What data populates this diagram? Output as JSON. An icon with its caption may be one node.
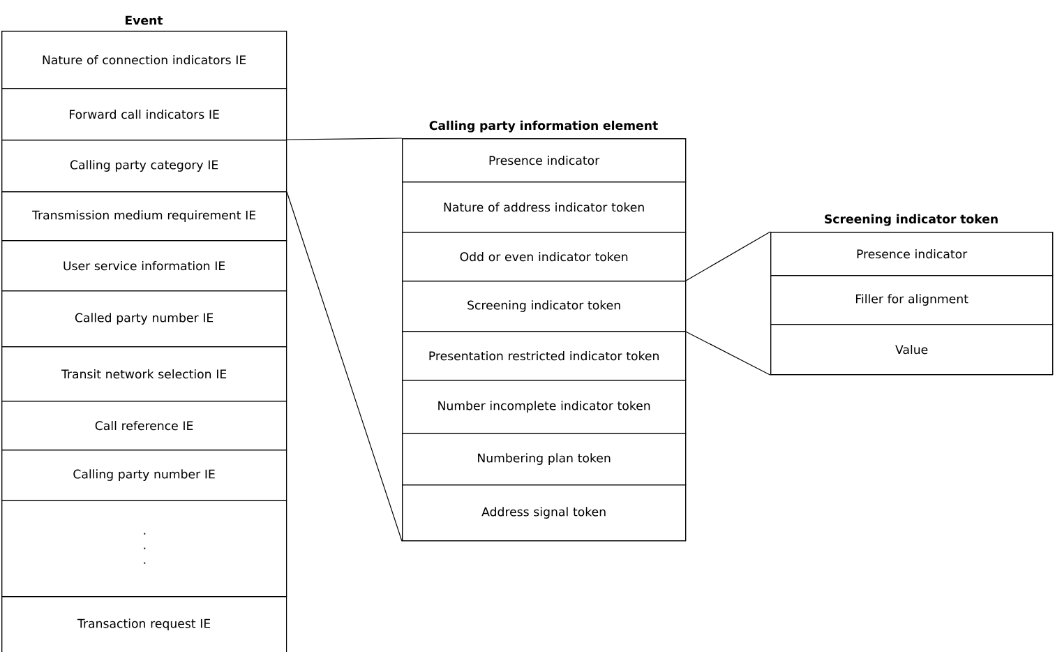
{
  "diagram": {
    "nodes": [
      {
        "text": [
          "Event"
        ]
      },
      {
        "text": [
          "Nature of connection indicators IE"
        ],
        "in": 0
      },
      {
        "text": [
          "Forward call indicators IE"
        ],
        "in": 0
      },
      {
        "text": [
          "Calling party category IE"
        ],
        "in": 0
      },
      {
        "text": [
          "Transmission medium requirement IE"
        ],
        "in": 0
      },
      {
        "text": [
          "User service information IE"
        ],
        "in": 0
      },
      {
        "text": [
          "Called party number IE"
        ],
        "in": 0
      },
      {
        "text": [
          "Transit network selection IE"
        ],
        "in": 0
      },
      {
        "text": [
          "Call reference IE"
        ],
        "in": 0
      },
      {
        "text": [
          "Calling party number IE"
        ],
        "in": 0
      },
      {
        "text": [
          ". . ."
        ],
        "in": 0
      },
      {
        "text": [
          "Transaction request IE"
        ],
        "in": 0
      },
      {
        "text": [
          "Calling party information element"
        ]
      },
      {
        "text": [
          "Presence indicator"
        ],
        "in": 12
      },
      {
        "text": [
          "Nature of address indicator token"
        ],
        "in": 12
      },
      {
        "text": [
          "Odd or even indicator token"
        ],
        "in": 12
      },
      {
        "text": [
          "Screening indicator token"
        ],
        "in": 12
      },
      {
        "text": [
          "Presentation restricted indicator token"
        ],
        "in": 12
      },
      {
        "text": [
          "Number incomplete indicator token"
        ],
        "in": 12
      },
      {
        "text": [
          "Numbering plan token"
        ],
        "in": 12
      },
      {
        "text": [
          "Address signal token"
        ],
        "in": 12
      },
      {
        "text": [
          "Screening indicator token"
        ]
      },
      {
        "text": [
          "Presence indicator"
        ],
        "in": 21
      },
      {
        "text": [
          "Filler for alignment"
        ],
        "in": 21
      },
      {
        "text": [
          "Value"
        ],
        "in": 21
      }
    ],
    "edges": [
      {
        "from": 3,
        "to": 12,
        "arrow": "none"
      },
      {
        "from": 3,
        "to": 12,
        "arrow": "none"
      },
      {
        "from": 16,
        "to": 21,
        "arrow": "none"
      },
      {
        "from": 16,
        "to": 21,
        "arrow": "none"
      }
    ]
  }
}
